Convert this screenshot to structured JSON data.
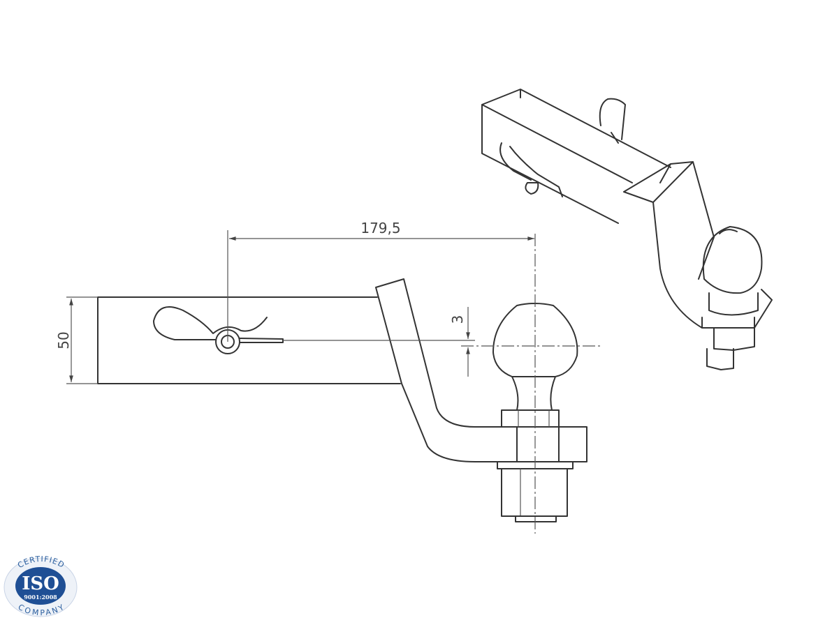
{
  "drawing": {
    "title": "Tow hitch ball mount technical drawing",
    "dimensions": {
      "pin_to_ball_center": "179,5",
      "shank_height": "50",
      "ball_offset": "3"
    }
  },
  "badge": {
    "main": "ISO",
    "standard": "9001:2008",
    "top_text": "CERTIFIED",
    "bottom_text": "COMPANY",
    "color": "#1f4f95"
  }
}
